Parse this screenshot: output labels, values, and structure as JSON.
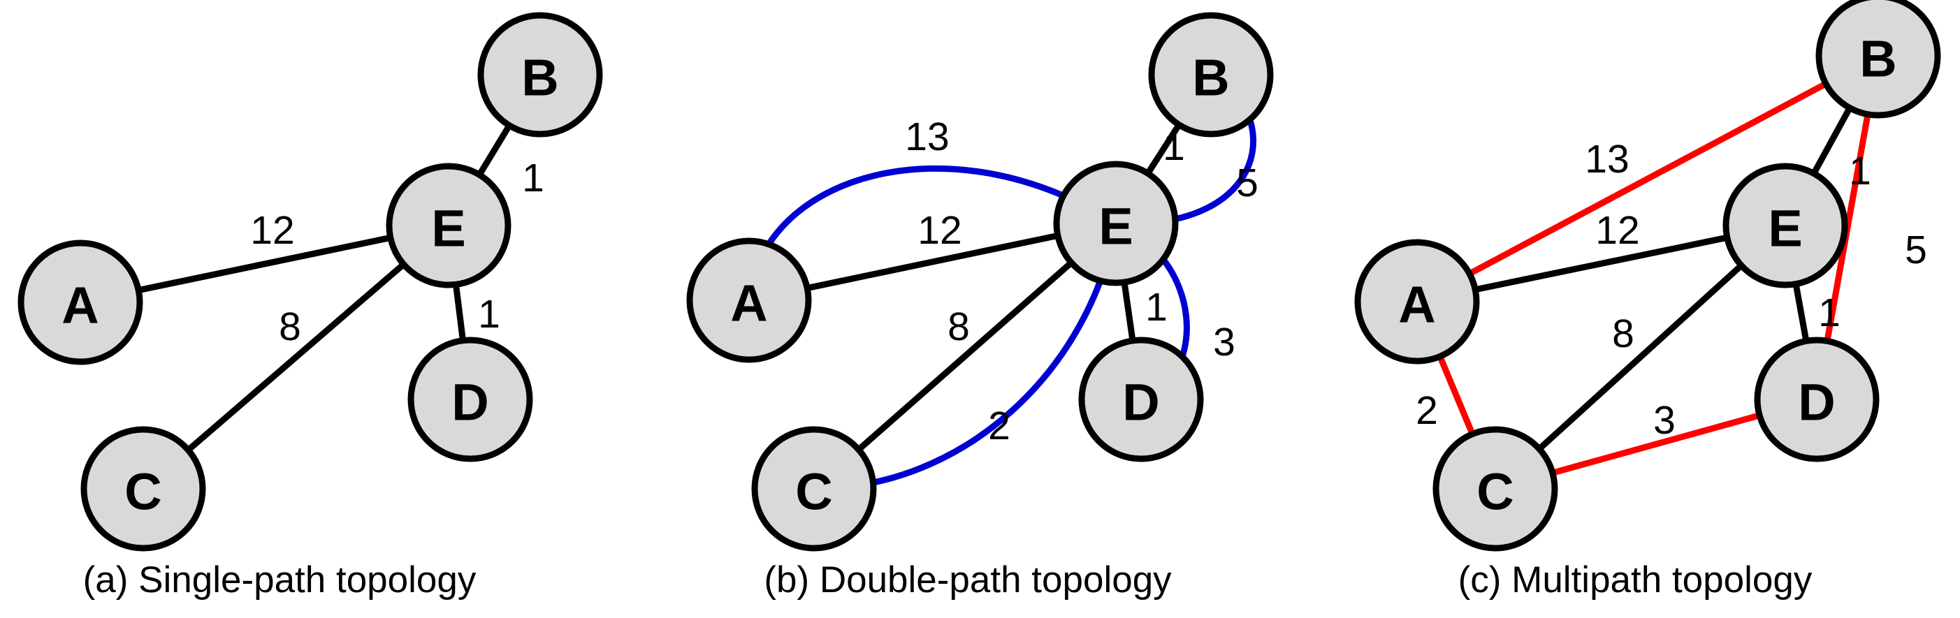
{
  "figure": {
    "background": "#ffffff",
    "node_fill": "#d9d9d9",
    "node_stroke": "#000000",
    "edge_default_color": "#000000",
    "edge_secondary_color": "#0000d2",
    "edge_highlight_color": "#ff0000"
  },
  "panels": [
    {
      "id": "a",
      "caption": "(a) Single-path topology",
      "nodes": [
        {
          "id": "A",
          "label": "A"
        },
        {
          "id": "B",
          "label": "B"
        },
        {
          "id": "C",
          "label": "C"
        },
        {
          "id": "D",
          "label": "D"
        },
        {
          "id": "E",
          "label": "E"
        }
      ],
      "edges": [
        {
          "from": "A",
          "to": "E",
          "weight": "12",
          "color": "#000000",
          "style": "straight"
        },
        {
          "from": "B",
          "to": "E",
          "weight": "1",
          "color": "#000000",
          "style": "straight"
        },
        {
          "from": "C",
          "to": "E",
          "weight": "8",
          "color": "#000000",
          "style": "straight"
        },
        {
          "from": "D",
          "to": "E",
          "weight": "1",
          "color": "#000000",
          "style": "straight"
        }
      ]
    },
    {
      "id": "b",
      "caption": "(b) Double-path topology",
      "nodes": [
        {
          "id": "A",
          "label": "A"
        },
        {
          "id": "B",
          "label": "B"
        },
        {
          "id": "C",
          "label": "C"
        },
        {
          "id": "D",
          "label": "D"
        },
        {
          "id": "E",
          "label": "E"
        }
      ],
      "edges": [
        {
          "from": "A",
          "to": "E",
          "weight": "13",
          "color": "#0000d2",
          "style": "curved"
        },
        {
          "from": "A",
          "to": "E",
          "weight": "12",
          "color": "#000000",
          "style": "straight"
        },
        {
          "from": "B",
          "to": "E",
          "weight": "1",
          "color": "#000000",
          "style": "straight"
        },
        {
          "from": "B",
          "to": "E",
          "weight": "5",
          "color": "#0000d2",
          "style": "curved"
        },
        {
          "from": "C",
          "to": "E",
          "weight": "8",
          "color": "#000000",
          "style": "straight"
        },
        {
          "from": "C",
          "to": "E",
          "weight": "2",
          "color": "#0000d2",
          "style": "curved"
        },
        {
          "from": "D",
          "to": "E",
          "weight": "1",
          "color": "#000000",
          "style": "straight"
        },
        {
          "from": "D",
          "to": "E",
          "weight": "3",
          "color": "#0000d2",
          "style": "curved"
        }
      ]
    },
    {
      "id": "c",
      "caption": "(c) Multipath topology",
      "nodes": [
        {
          "id": "A",
          "label": "A"
        },
        {
          "id": "B",
          "label": "B"
        },
        {
          "id": "C",
          "label": "C"
        },
        {
          "id": "D",
          "label": "D"
        },
        {
          "id": "E",
          "label": "E"
        }
      ],
      "edges": [
        {
          "from": "A",
          "to": "B",
          "weight": "13",
          "color": "#ff0000",
          "style": "straight"
        },
        {
          "from": "A",
          "to": "E",
          "weight": "12",
          "color": "#000000",
          "style": "straight"
        },
        {
          "from": "A",
          "to": "C",
          "weight": "2",
          "color": "#ff0000",
          "style": "straight"
        },
        {
          "from": "B",
          "to": "E",
          "weight": "1",
          "color": "#000000",
          "style": "straight"
        },
        {
          "from": "B",
          "to": "D",
          "weight": "5",
          "color": "#ff0000",
          "style": "straight"
        },
        {
          "from": "C",
          "to": "E",
          "weight": "8",
          "color": "#000000",
          "style": "straight"
        },
        {
          "from": "C",
          "to": "D",
          "weight": "3",
          "color": "#ff0000",
          "style": "straight"
        },
        {
          "from": "D",
          "to": "E",
          "weight": "1",
          "color": "#000000",
          "style": "straight"
        }
      ]
    }
  ],
  "labels": {
    "a": {
      "node_A": "A",
      "node_B": "B",
      "node_C": "C",
      "node_D": "D",
      "node_E": "E",
      "w_AE": "12",
      "w_BE": "1",
      "w_CE": "8",
      "w_DE": "1",
      "caption": "(a) Single-path topology"
    },
    "b": {
      "node_A": "A",
      "node_B": "B",
      "node_C": "C",
      "node_D": "D",
      "node_E": "E",
      "w_AE_curve": "13",
      "w_AE": "12",
      "w_BE": "1",
      "w_BE_curve": "5",
      "w_CE": "8",
      "w_CE_curve": "2",
      "w_DE": "1",
      "w_DE_curve": "3",
      "caption": "(b) Double-path topology"
    },
    "c": {
      "node_A": "A",
      "node_B": "B",
      "node_C": "C",
      "node_D": "D",
      "node_E": "E",
      "w_AB": "13",
      "w_AE": "12",
      "w_AC": "2",
      "w_BE": "1",
      "w_BD": "5",
      "w_CE": "8",
      "w_CD": "3",
      "w_DE": "1",
      "caption": "(c) Multipath topology"
    }
  }
}
